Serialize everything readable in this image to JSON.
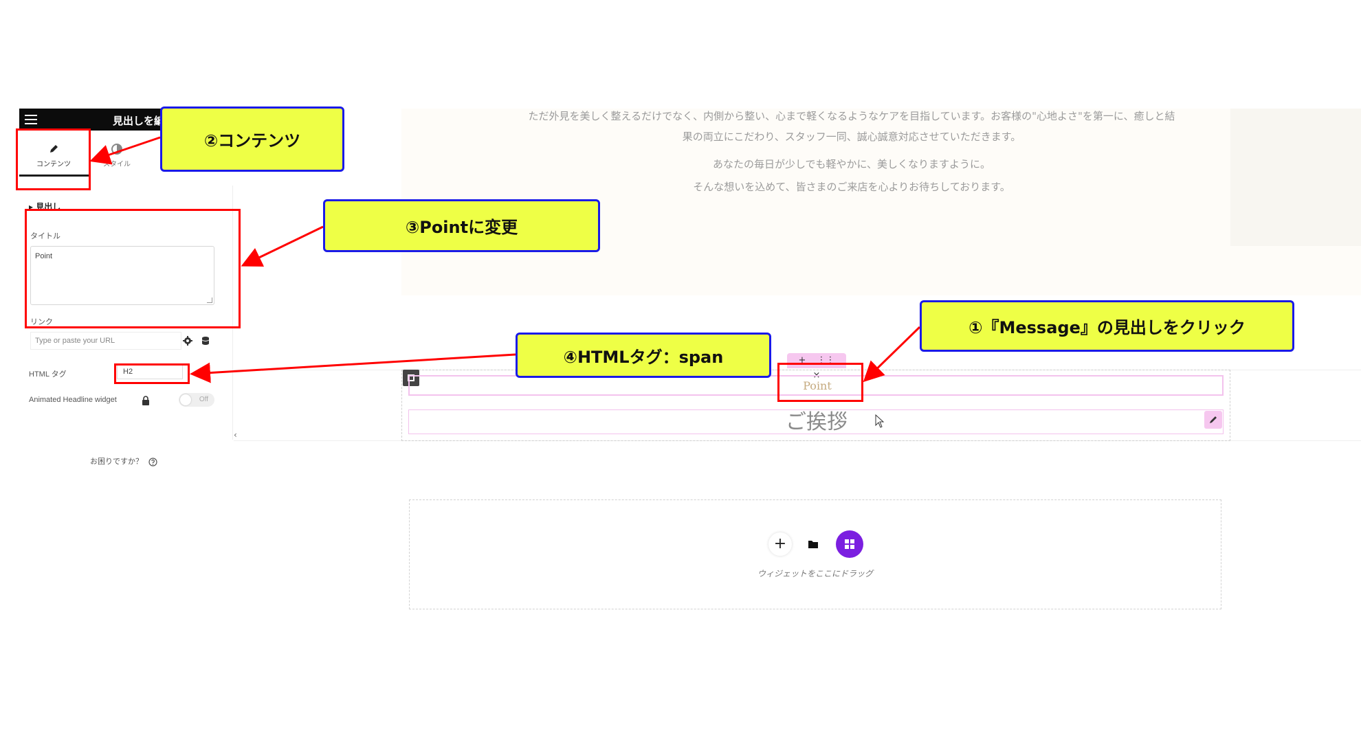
{
  "panel": {
    "title": "見出しを編集",
    "tabs": [
      {
        "label": "コンテンツ"
      },
      {
        "label": "スタイル"
      }
    ],
    "section_heading": "▸ 見出し",
    "title_field": {
      "label": "タイトル",
      "value": "Point"
    },
    "link_field": {
      "label": "リンク",
      "placeholder": "Type or paste your URL"
    },
    "html_tag": {
      "label": "HTML タグ",
      "value": "H2"
    },
    "animated_headline": {
      "label": "Animated Headline widget",
      "toggle_text": "Off"
    },
    "help": "お困りですか？"
  },
  "page": {
    "intro_lines": [
      "ただ外見を美しく整えるだけでなく、内側から整い、心まで軽くなるようなケアを目指しています。お客様の\"心地よさ\"を第一に、癒しと結",
      "果の両立にこだわり、スタッフ一同、誠心誠意対応させていただきます。",
      "あなたの毎日が少しでも軽やかに、美しくなりますように。",
      "そんな想いを込めて、皆さまのご来店を心よりお待ちしております。"
    ],
    "toolbar": {
      "add": "+",
      "move": "⋮⋮",
      "close": "×"
    },
    "point_heading": "Point",
    "greeting_heading": "ご挨拶",
    "drop_zone_text": "ウィジェットをここにドラッグ",
    "add_symbol": "+"
  },
  "annotations": {
    "step1": "①『Message』の見出しをクリック",
    "step2": "②コンテンツ",
    "step3": "③Pointに変更",
    "step4": "④HTMLタグ：span"
  },
  "colors": {
    "callout_fill": "#eeff46",
    "callout_border": "#1a1ae8",
    "highlight": "#ff0000",
    "widget_outline": "#f3c2ed",
    "template_button": "#7b1fe0"
  }
}
